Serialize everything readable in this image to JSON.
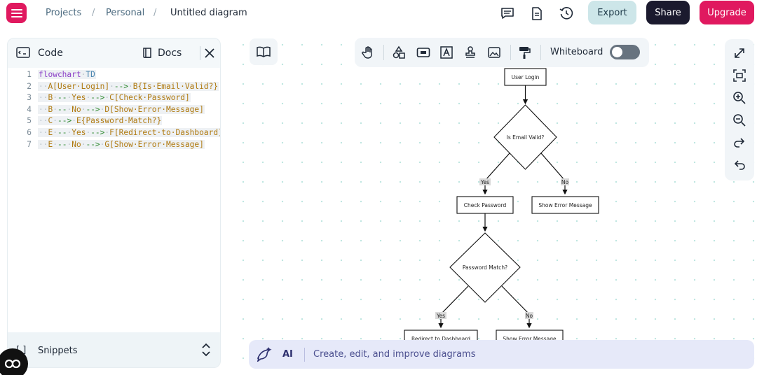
{
  "breadcrumb": {
    "projects": "Projects",
    "personal": "Personal",
    "current": "Untitled diagram",
    "sep": "/"
  },
  "header": {
    "export_label": "Export",
    "share_label": "Share",
    "upgrade_label": "Upgrade"
  },
  "code_panel": {
    "title": "Code",
    "docs_label": "Docs",
    "lines": [
      {
        "n": "1",
        "parts": [
          [
            "kw",
            "flowchart"
          ],
          [
            "sp",
            " "
          ],
          [
            "kw2",
            "TD"
          ]
        ]
      },
      {
        "n": "2",
        "parts": [
          [
            "sp",
            "  "
          ],
          [
            "id",
            "A"
          ],
          [
            "tx",
            "[User Login]"
          ],
          [
            "sp",
            " "
          ],
          [
            "ar",
            "-->"
          ],
          [
            "sp",
            " "
          ],
          [
            "id",
            "B"
          ],
          [
            "tx",
            "{Is Email Valid?}"
          ]
        ]
      },
      {
        "n": "3",
        "parts": [
          [
            "sp",
            "  "
          ],
          [
            "id",
            "B"
          ],
          [
            "sp",
            " "
          ],
          [
            "ar",
            "--"
          ],
          [
            "sp",
            " "
          ],
          [
            "tx",
            "Yes"
          ],
          [
            "sp",
            " "
          ],
          [
            "ar",
            "-->"
          ],
          [
            "sp",
            " "
          ],
          [
            "id",
            "C"
          ],
          [
            "tx",
            "[Check Password]"
          ]
        ]
      },
      {
        "n": "4",
        "parts": [
          [
            "sp",
            "  "
          ],
          [
            "id",
            "B"
          ],
          [
            "sp",
            " "
          ],
          [
            "ar",
            "--"
          ],
          [
            "sp",
            " "
          ],
          [
            "tx",
            "No"
          ],
          [
            "sp",
            " "
          ],
          [
            "ar",
            "-->"
          ],
          [
            "sp",
            " "
          ],
          [
            "id",
            "D"
          ],
          [
            "tx",
            "[Show Error Message]"
          ]
        ]
      },
      {
        "n": "5",
        "parts": [
          [
            "sp",
            "  "
          ],
          [
            "id",
            "C"
          ],
          [
            "sp",
            " "
          ],
          [
            "ar",
            "-->"
          ],
          [
            "sp",
            " "
          ],
          [
            "id",
            "E"
          ],
          [
            "tx",
            "{Password Match?}"
          ]
        ]
      },
      {
        "n": "6",
        "parts": [
          [
            "sp",
            "  "
          ],
          [
            "id",
            "E"
          ],
          [
            "sp",
            " "
          ],
          [
            "ar",
            "--"
          ],
          [
            "sp",
            " "
          ],
          [
            "tx",
            "Yes"
          ],
          [
            "sp",
            " "
          ],
          [
            "ar",
            "-->"
          ],
          [
            "sp",
            " "
          ],
          [
            "id",
            "F"
          ],
          [
            "tx",
            "[Redirect to Dashboard]"
          ]
        ]
      },
      {
        "n": "7",
        "parts": [
          [
            "sp",
            "  "
          ],
          [
            "id",
            "E"
          ],
          [
            "sp",
            " "
          ],
          [
            "ar",
            "--"
          ],
          [
            "sp",
            " "
          ],
          [
            "tx",
            "No"
          ],
          [
            "sp",
            " "
          ],
          [
            "ar",
            "-->"
          ],
          [
            "sp",
            " "
          ],
          [
            "id",
            "G"
          ],
          [
            "tx",
            "[Show Error Message]"
          ]
        ]
      }
    ],
    "snippets_label": "Snippets"
  },
  "toolbar": {
    "whiteboard_label": "Whiteboard",
    "whiteboard_on": false
  },
  "diagram": {
    "nodes": {
      "a": "User Login",
      "b": "Is Email Valid?",
      "c": "Check Password",
      "d": "Show Error Message",
      "e": "Password Match?",
      "f": "Redirect to Dashboard",
      "g": "Show Error Message"
    },
    "edges": {
      "b_c": "Yes",
      "b_d": "No",
      "e_f": "Yes",
      "e_g": "No"
    }
  },
  "ai_bar": {
    "label": "AI",
    "placeholder": "Create, edit, and improve diagrams"
  },
  "colors": {
    "brand": "#e0195f",
    "share_bg": "#1b1a2e",
    "export_bg": "#cde6e9",
    "ai_bg": "#e6e9f9"
  }
}
